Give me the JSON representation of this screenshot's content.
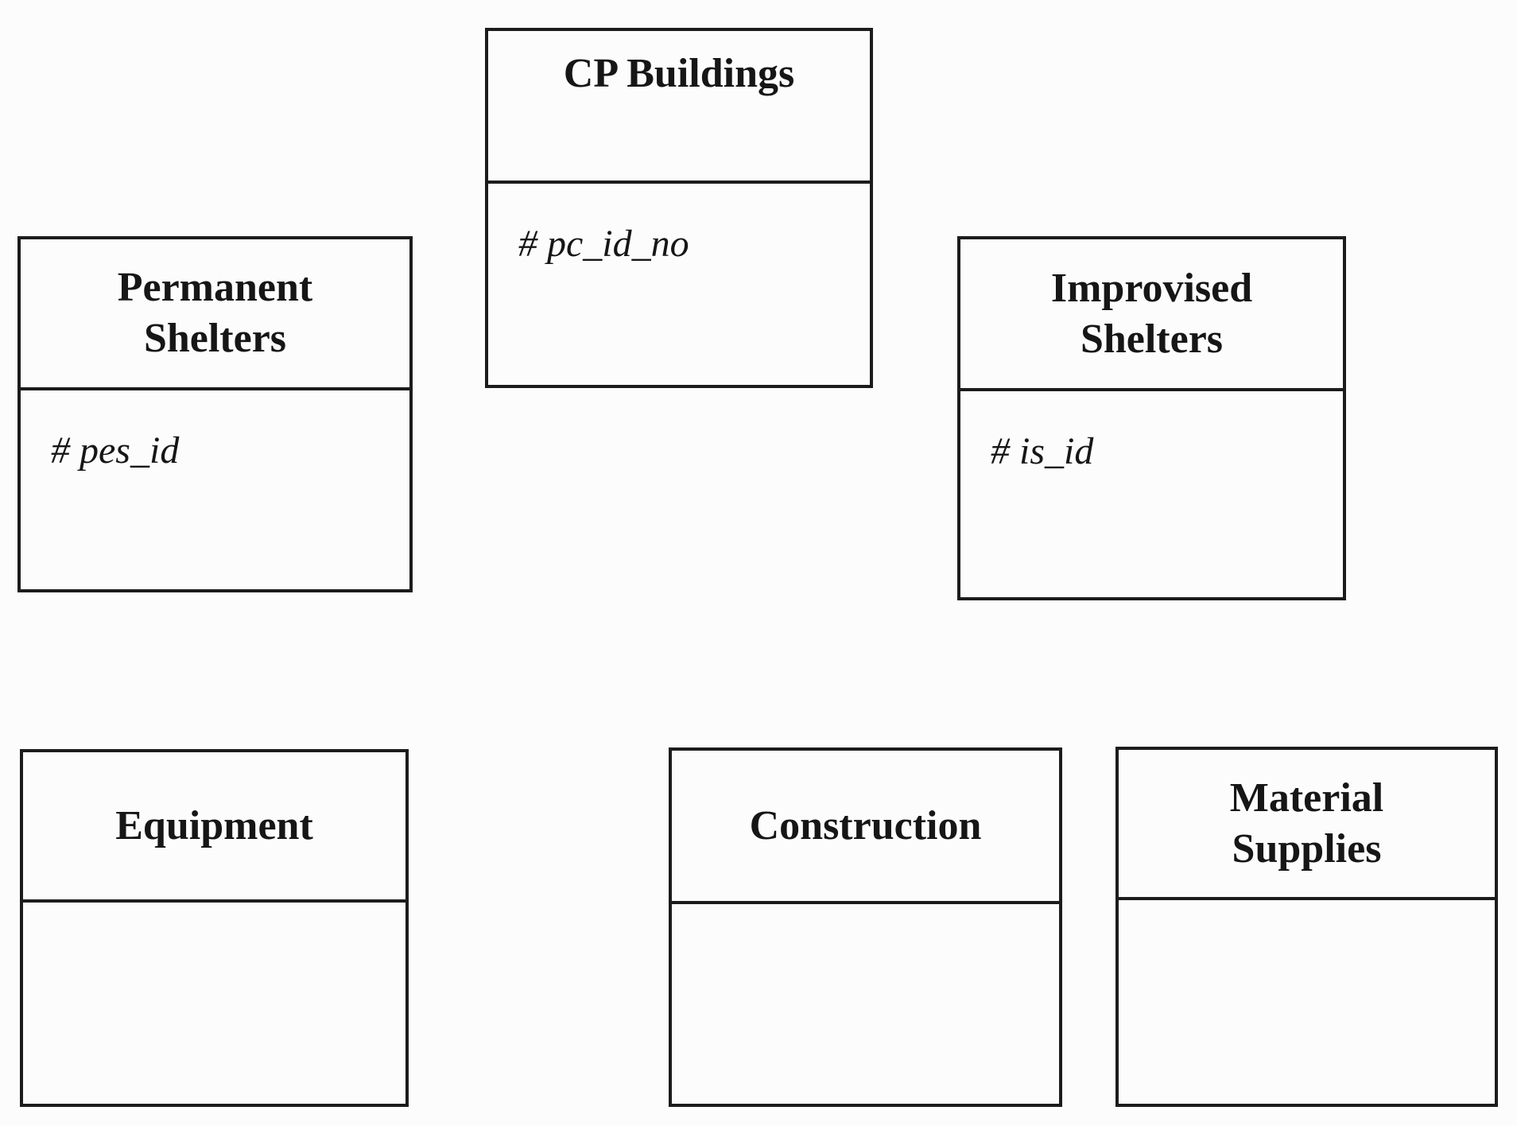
{
  "diagram": {
    "type": "entity-diagram",
    "entities": {
      "cp_buildings": {
        "title": "CP Buildings",
        "attribute": "# pc_id_no"
      },
      "permanent_shelters": {
        "title": "Permanent\nShelters",
        "attribute": "# pes_id"
      },
      "improvised_shelters": {
        "title": "Improvised\nShelters",
        "attribute": "# is_id"
      },
      "equipment": {
        "title": "Equipment",
        "attribute": ""
      },
      "construction": {
        "title": "Construction",
        "attribute": ""
      },
      "material_supplies": {
        "title": "Material\nSupplies",
        "attribute": ""
      }
    }
  },
  "colors": {
    "border": "#1c1c1c",
    "background": "#fcfcfc",
    "text": "#161616"
  }
}
